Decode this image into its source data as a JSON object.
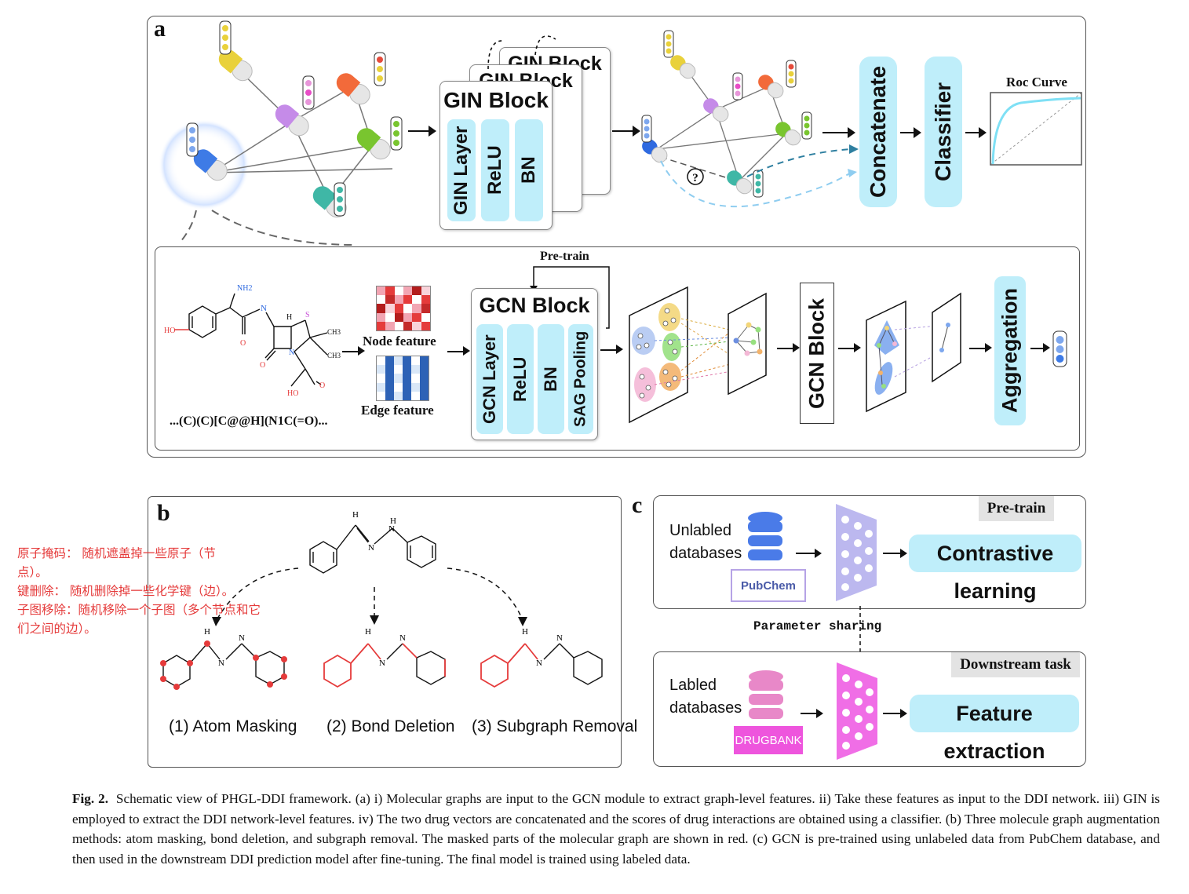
{
  "panel_a": {
    "label": "a",
    "gin_block": {
      "title": "GIN Block",
      "back_title": "GIN Block",
      "layers": [
        "GIN Layer",
        "ReLU",
        "BN"
      ]
    },
    "concatenate": "Concatenate",
    "classifier": "Classifier",
    "roc_title": "Roc Curve",
    "question_mark": "?",
    "pretrain_label": "Pre-train",
    "node_feature": "Node feature",
    "edge_feature": "Edge feature",
    "smiles": "...(C)(C)[C@@H](N1C(=O)...",
    "gcn_block": {
      "title": "GCN Block",
      "layers": [
        "GCN Layer",
        "ReLU",
        "BN",
        "SAG Pooling"
      ]
    },
    "gcn_block_2": "GCN Block",
    "aggregation": "Aggregation",
    "molecule_atoms": {
      "nh2": "NH2",
      "n1": "N",
      "h": "H",
      "s": "S",
      "ch3a": "CH3",
      "ch3b": "CH3",
      "ho": "HO",
      "o1": "O",
      "n2": "N",
      "o2": "O",
      "ho2": "HO",
      "o3": "O"
    }
  },
  "panel_b": {
    "label": "b",
    "steps": [
      "(1) Atom Masking",
      "(2) Bond Deletion",
      "(3) Subgraph Removal"
    ],
    "atoms": {
      "h": "H",
      "n": "N"
    }
  },
  "panel_c": {
    "label": "c",
    "pretrain_tag": "Pre-train",
    "downstream_tag": "Downstream task",
    "unlabeled_db": "Unlabled\ndatabases",
    "labeled_db": "Labled\ndatabases",
    "pubchem": "PubChem",
    "drugbank": "DRUGBANK",
    "contrastive": "Contrastive learning",
    "feature_extraction": "Feature extraction",
    "param_sharing": "Parameter  sharing"
  },
  "notes": [
    "原子掩码： 随机遮盖掉一些原子（节点）。",
    "键删除： 随机删除掉一些化学键（边）。",
    "子图移除：随机移除一个子图（多个节点和它们之间的边）。"
  ],
  "caption": {
    "label": "Fig. 2.",
    "text": "Schematic view of PHGL-DDI framework. (a) i) Molecular graphs are input to the GCN module to extract graph-level features. ii) Take these features as input to the DDI network. iii) GIN is employed to extract the DDI network-level features. iv) The two drug vectors are concatenated and the scores of drug interactions are obtained using a classifier. (b) Three molecule graph augmentation methods: atom masking, bond deletion, and subgraph removal. The masked parts of the molecular graph are shown in red. (c) GCN is pre-trained using unlabeled data from PubChem database, and then used in the downstream DDI prediction model after fine-tuning. The final model is trained using labeled data."
  },
  "colors": {
    "accent": "#bfeefa",
    "red": "#e53b3b",
    "pink": "#ee55dd",
    "blue": "#4a7be8"
  }
}
